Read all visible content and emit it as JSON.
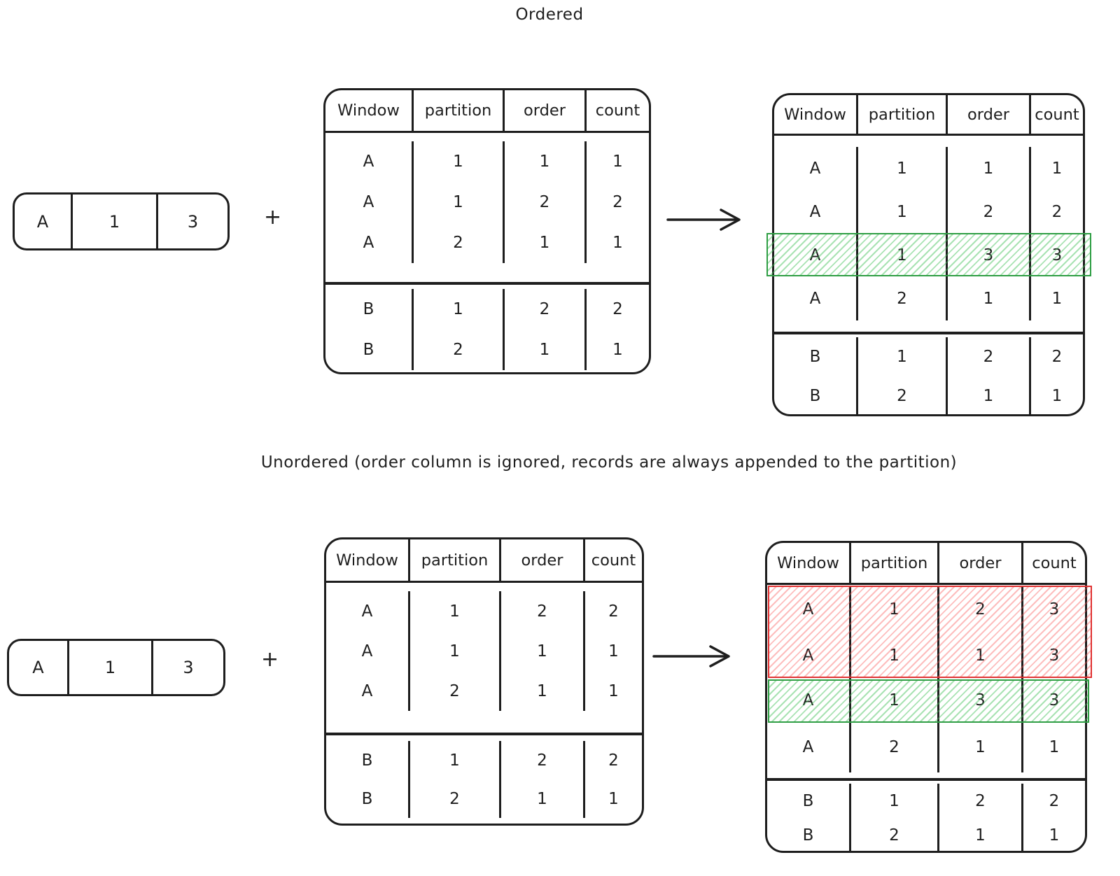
{
  "colors": {
    "stroke": "#1e1e1e",
    "green_highlight": "#2f9e44",
    "red_highlight": "#e03131"
  },
  "ordered": {
    "title": "Ordered",
    "plus": "+",
    "input_row": [
      "A",
      "1",
      "3"
    ],
    "source_table": {
      "headers": [
        "Window",
        "partition",
        "order",
        "count"
      ],
      "rows_a": [
        [
          "A",
          "1",
          "1",
          "1"
        ],
        [
          "A",
          "1",
          "2",
          "2"
        ],
        [
          "A",
          "2",
          "1",
          "1"
        ]
      ],
      "rows_b": [
        [
          "B",
          "1",
          "2",
          "2"
        ],
        [
          "B",
          "2",
          "1",
          "1"
        ]
      ]
    },
    "result_table": {
      "headers": [
        "Window",
        "partition",
        "order",
        "count"
      ],
      "rows_a": [
        [
          "A",
          "1",
          "1",
          "1"
        ],
        [
          "A",
          "1",
          "2",
          "2"
        ],
        [
          "A",
          "1",
          "3",
          "3"
        ],
        [
          "A",
          "2",
          "1",
          "1"
        ]
      ],
      "rows_b": [
        [
          "B",
          "1",
          "2",
          "2"
        ],
        [
          "B",
          "2",
          "1",
          "1"
        ]
      ],
      "highlight_green_row_index": 2
    }
  },
  "unordered": {
    "title": "Unordered (order column is ignored, records are always appended to the partition)",
    "plus": "+",
    "input_row": [
      "A",
      "1",
      "3"
    ],
    "source_table": {
      "headers": [
        "Window",
        "partition",
        "order",
        "count"
      ],
      "rows_a": [
        [
          "A",
          "1",
          "2",
          "2"
        ],
        [
          "A",
          "1",
          "1",
          "1"
        ],
        [
          "A",
          "2",
          "1",
          "1"
        ]
      ],
      "rows_b": [
        [
          "B",
          "1",
          "2",
          "2"
        ],
        [
          "B",
          "2",
          "1",
          "1"
        ]
      ]
    },
    "result_table": {
      "headers": [
        "Window",
        "partition",
        "order",
        "count"
      ],
      "rows_a": [
        [
          "A",
          "1",
          "2",
          "3"
        ],
        [
          "A",
          "1",
          "1",
          "3"
        ],
        [
          "A",
          "1",
          "3",
          "3"
        ],
        [
          "A",
          "2",
          "1",
          "1"
        ]
      ],
      "rows_b": [
        [
          "B",
          "1",
          "2",
          "2"
        ],
        [
          "B",
          "2",
          "1",
          "1"
        ]
      ],
      "highlight_red_row_indexes": [
        0,
        1
      ],
      "highlight_green_row_index": 2
    }
  }
}
